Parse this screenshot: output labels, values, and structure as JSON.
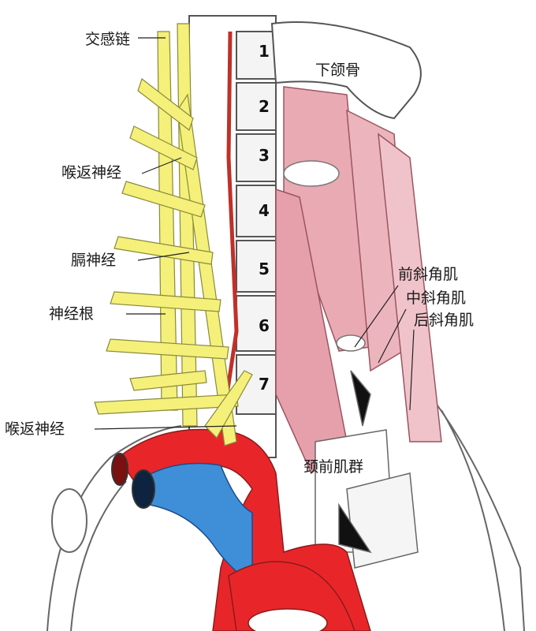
{
  "labels": {
    "sympathetic_chain": "交感链",
    "recurrent_laryngeal_upper": "喉返神经",
    "phrenic_nerve": "膈神经",
    "nerve_root": "神经根",
    "recurrent_laryngeal_lower": "喉返神经",
    "mandible": "下颌骨",
    "anterior_scalene": "前斜角肌",
    "middle_scalene": "中斜角肌",
    "posterior_scalene": "后斜角肌",
    "infrahyoid_muscles": "颈前肌群"
  },
  "vertebrae": [
    "1",
    "2",
    "3",
    "4",
    "5",
    "6",
    "7"
  ],
  "colors": {
    "nerve": "#f4f07a",
    "muscle": "#e9aab4",
    "artery": "#e8262a",
    "vein": "#3f8fd8",
    "outline": "#555555"
  }
}
